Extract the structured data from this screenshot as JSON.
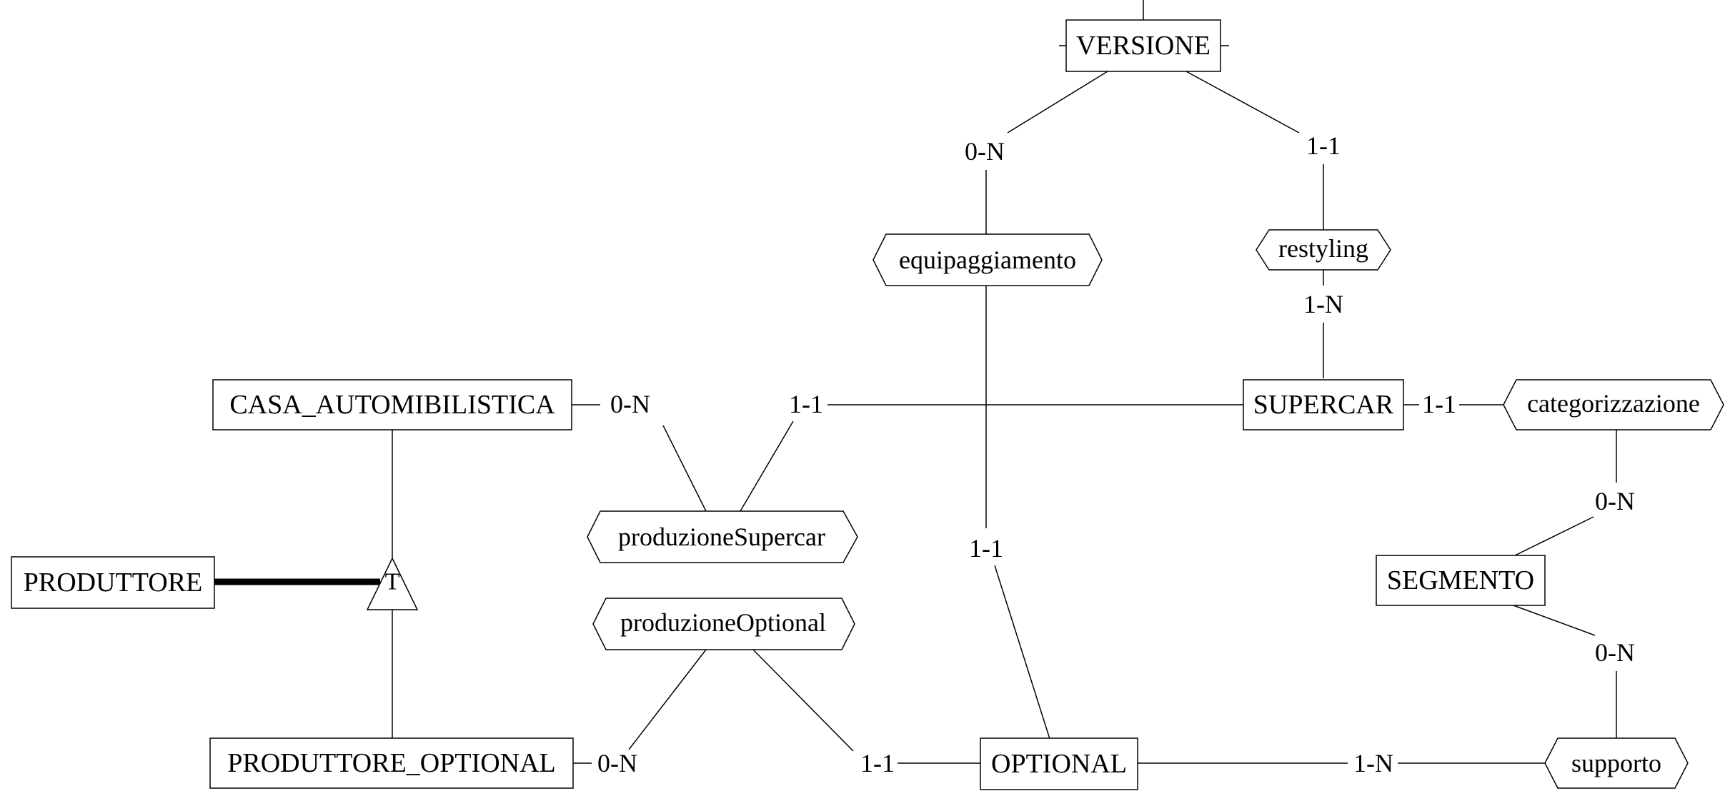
{
  "entities": {
    "versione": "VERSIONE",
    "casa_automobilistica": "CASA_AUTOMIBILISTICA",
    "supercar": "SUPERCAR",
    "produttore": "PRODUTTORE",
    "segmento": "SEGMENTO",
    "produttore_optional": "PRODUTTORE_OPTIONAL",
    "optional": "OPTIONAL"
  },
  "relationships": {
    "equipaggiamento": "equipaggiamento",
    "restyling": "restyling",
    "categorizzazione": "categorizzazione",
    "produzione_supercar": "produzioneSupercar",
    "produzione_optional": "produzioneOptional",
    "supporto": "supporto"
  },
  "generalization": {
    "type_label": "T"
  },
  "cardinalities": {
    "versione_equipaggiamento": "0-N",
    "versione_restyling": "1-1",
    "supercar_restyling": "1-N",
    "casa_produzione": "0-N",
    "supercar_produzione": "1-1",
    "supercar_categorizzazione": "1-1",
    "segmento_categorizzazione": "0-N",
    "optional_equipaggiamento": "1-1",
    "segmento_supporto": "0-N",
    "produttore_optional_produzione": "0-N",
    "optional_produzione": "1-1",
    "optional_supporto": "1-N"
  }
}
